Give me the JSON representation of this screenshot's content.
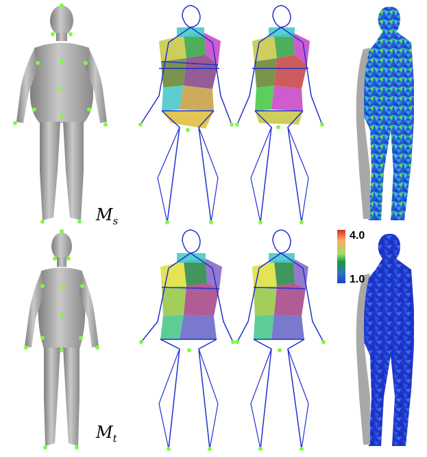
{
  "figure": {
    "rows": [
      {
        "id": "source",
        "model_label": "M",
        "model_subscript": "s"
      },
      {
        "id": "target",
        "model_label": "M",
        "model_subscript": "t"
      }
    ],
    "colorbar": {
      "max_label": "4.0",
      "min_label": "1.0",
      "colors": [
        "#d7301f",
        "#fdae61",
        "#a6d96a",
        "#1a9641",
        "#2c7bb6",
        "#1f3fd0"
      ]
    },
    "colors": {
      "mesh_gray": "#a9a9a9",
      "skeleton_blue": "#1f2fd0",
      "landmark_green": "#7cfc3a",
      "heatmap_blue": "#2a3fd6",
      "heatmap_cyan": "#31c2d9",
      "heatmap_green": "#5cd95c"
    }
  }
}
